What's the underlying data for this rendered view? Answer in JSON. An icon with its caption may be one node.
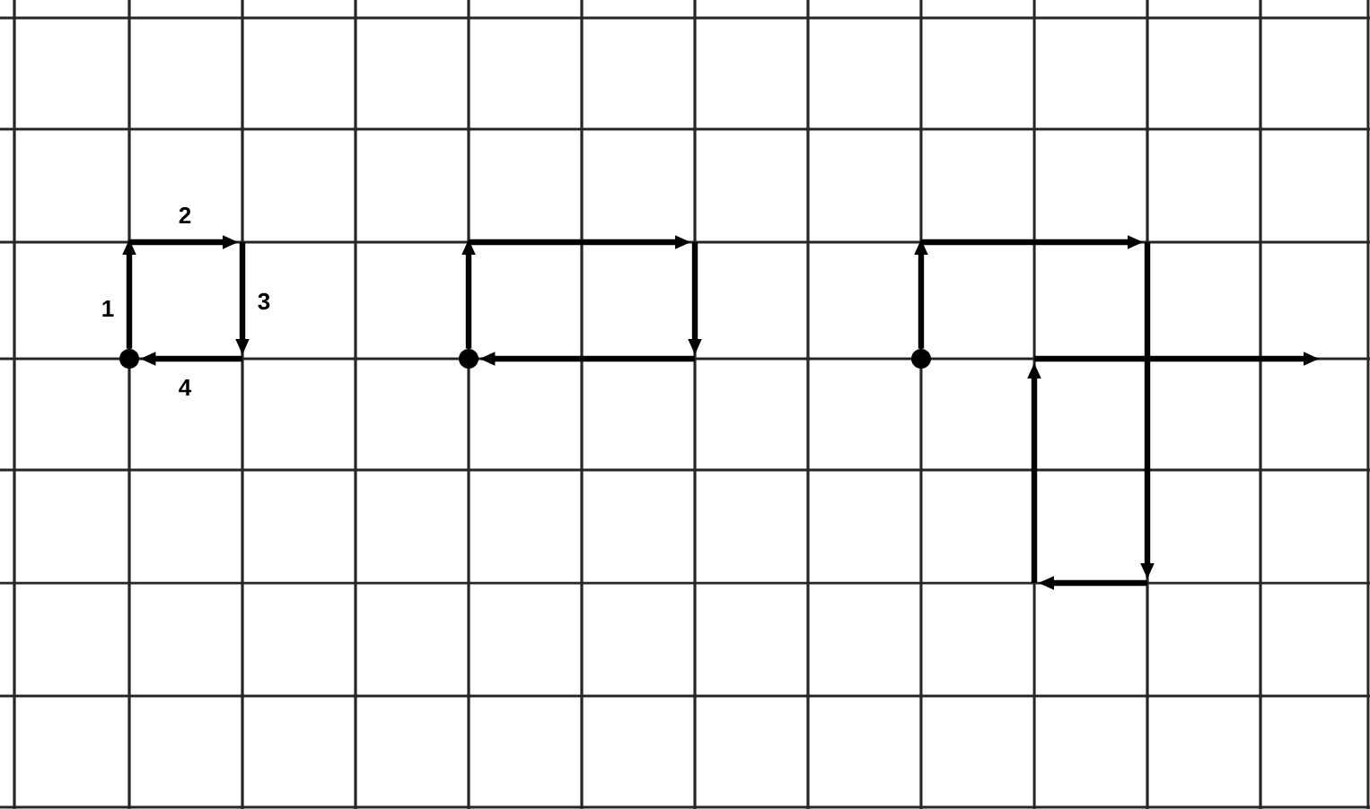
{
  "diagram": {
    "nodes": [
      {
        "text": [],
        "shape": "circle"
      },
      {
        "text": [],
        "shape": "circle"
      },
      {
        "text": [],
        "shape": "circle"
      }
    ],
    "edges": [
      {
        "from": 0,
        "to": null,
        "arrow": "to",
        "label": "1"
      },
      {
        "from": 1,
        "to": null,
        "arrow": "to"
      },
      {
        "from": 2,
        "to": null,
        "arrow": "to"
      },
      {
        "from": null,
        "to": 0,
        "arrow": "to"
      },
      {
        "from": null,
        "to": 1,
        "arrow": "to"
      }
    ],
    "labels": [
      "2",
      "3",
      "4"
    ]
  }
}
